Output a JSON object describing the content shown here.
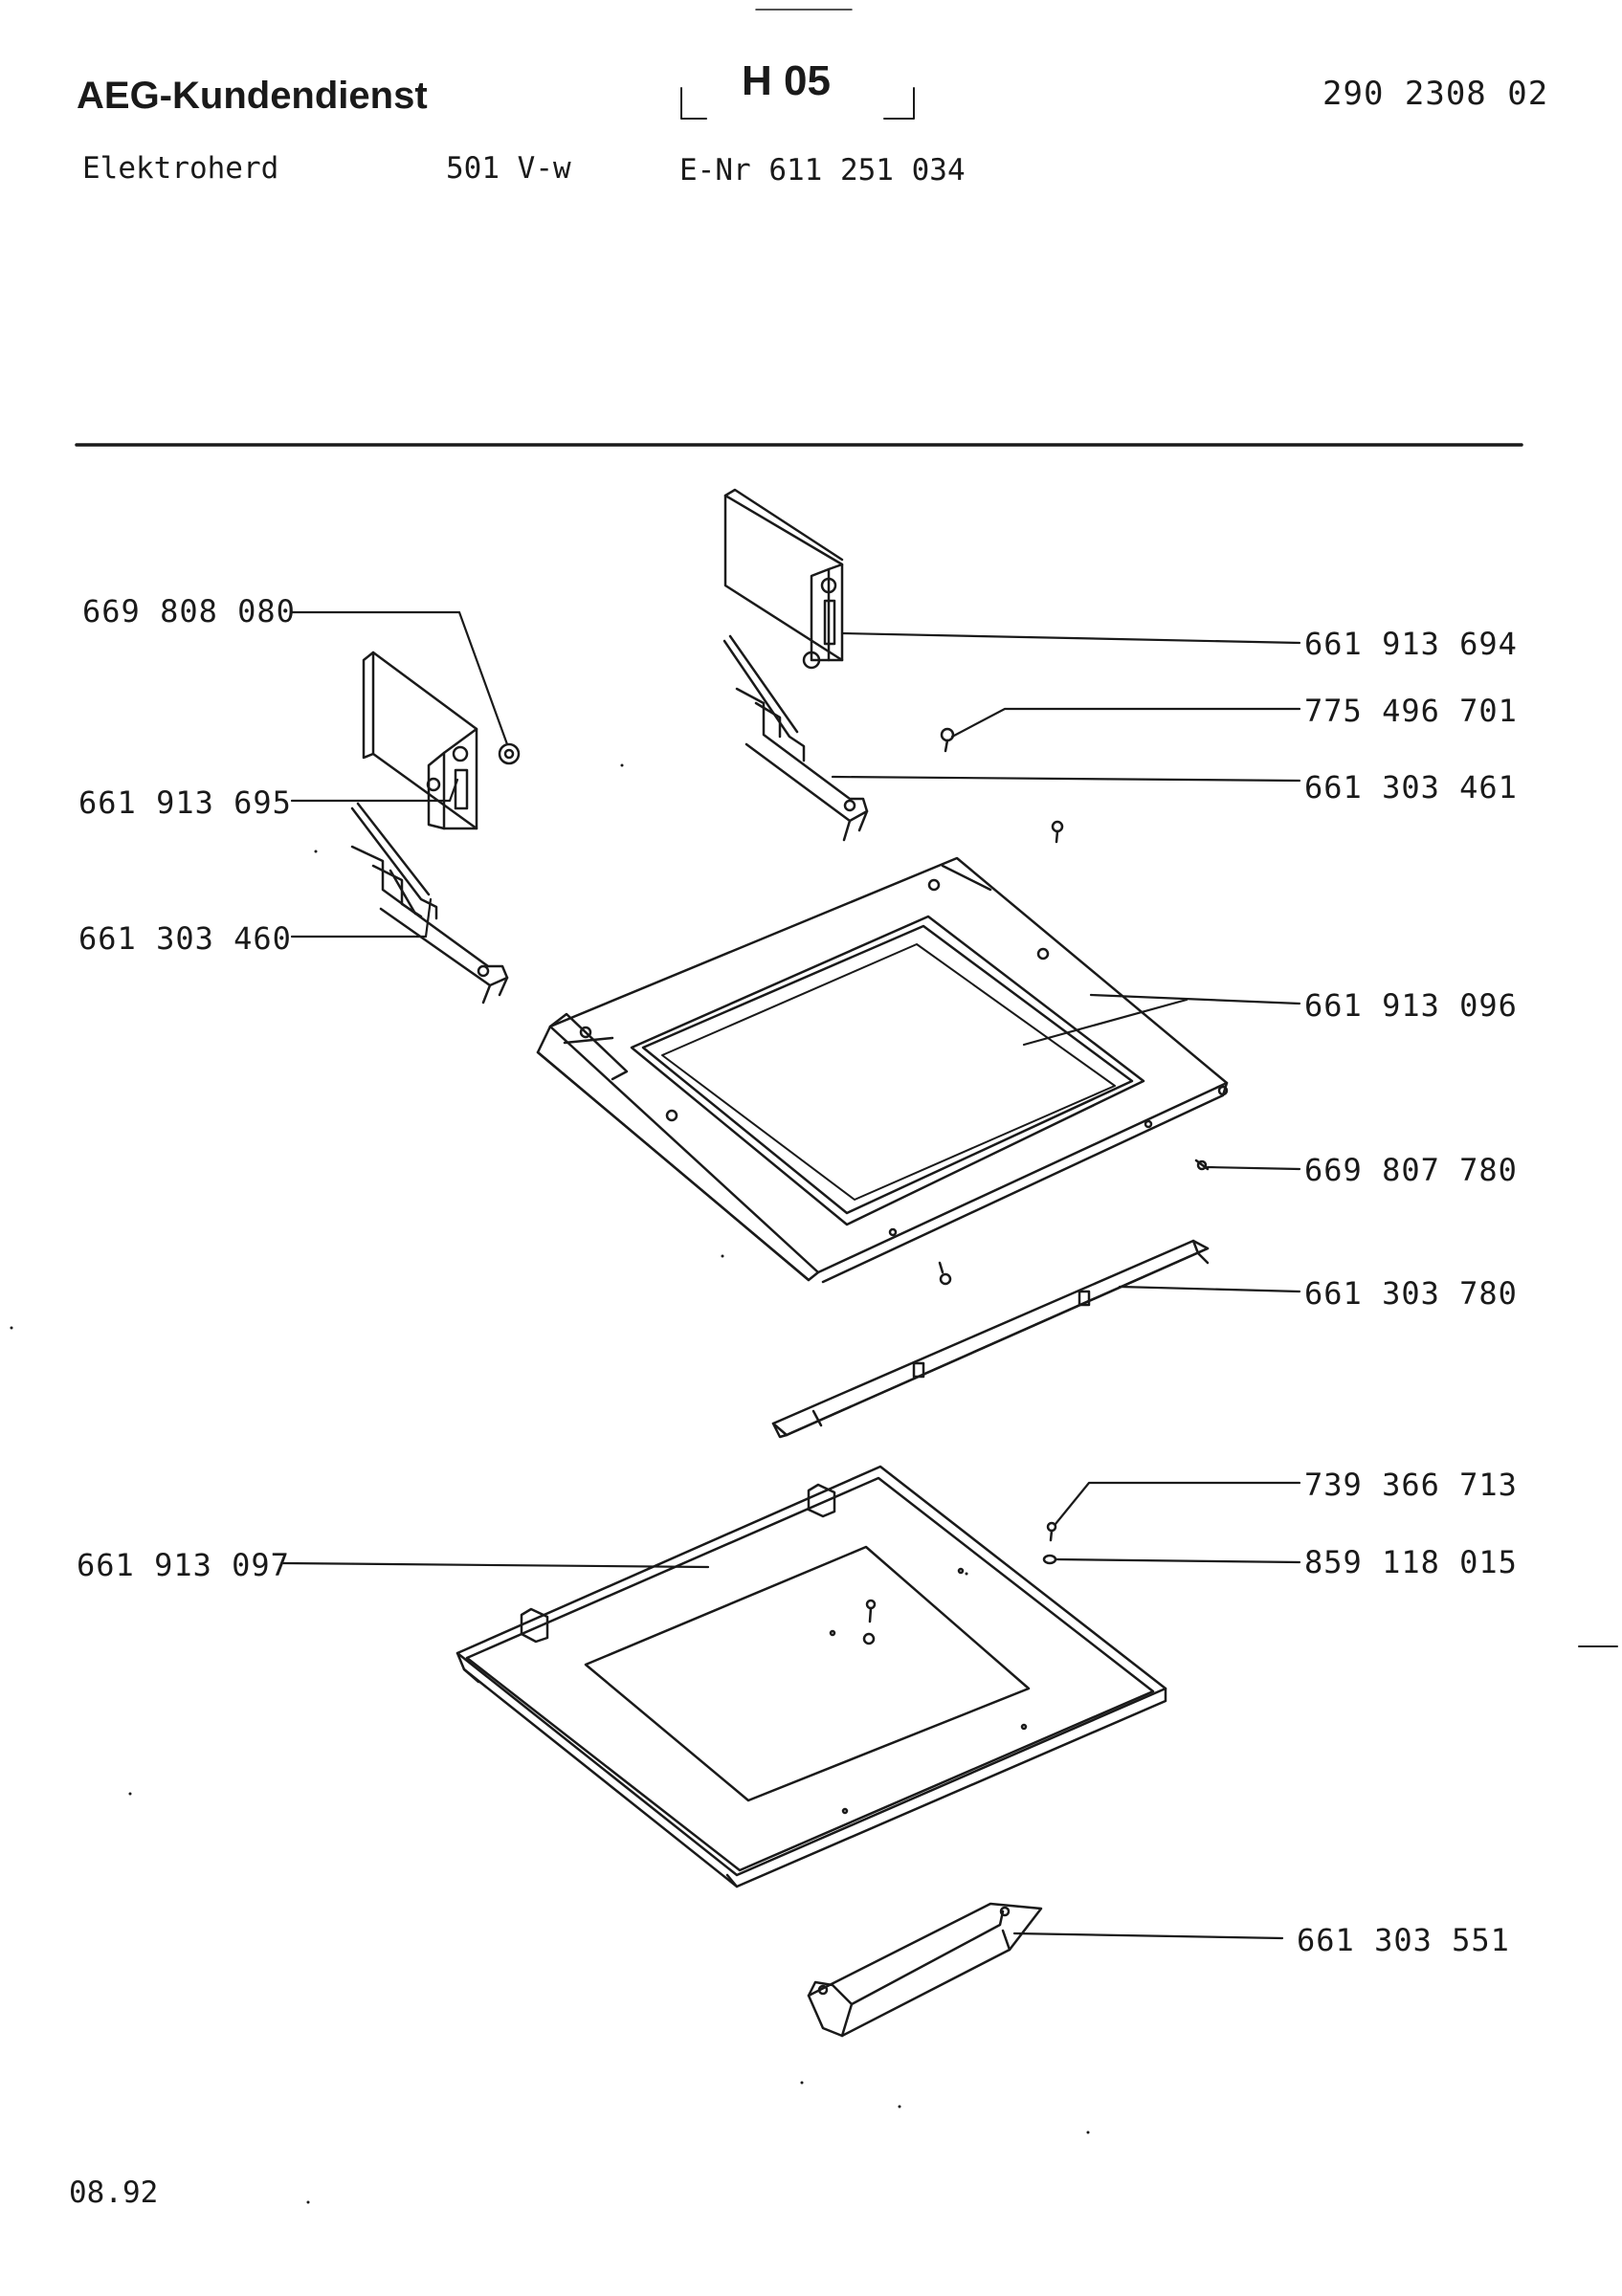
{
  "header": {
    "brand": "AEG-Kundendienst",
    "code": "H 05",
    "doc_number": "290 2308 02"
  },
  "subheader": {
    "product": "Elektroherd",
    "model": "501 V-w",
    "enr": "E-Nr 611 251 034"
  },
  "parts": {
    "p669808080": "669 808 080",
    "p661913695": "661 913 695",
    "p661303460": "661 303 460",
    "p661913694": "661 913 694",
    "p775496701": "775 496 701",
    "p661303461": "661 303 461",
    "p661913096": "661 913 096",
    "p669807780": "669 807 780",
    "p661303780": "661 303 780",
    "p739366713": "739 366 713",
    "p859118015": "859 118 015",
    "p661913097": "661 913 097",
    "p661303551": "661 303 551"
  },
  "footer": {
    "date": "08.92"
  }
}
